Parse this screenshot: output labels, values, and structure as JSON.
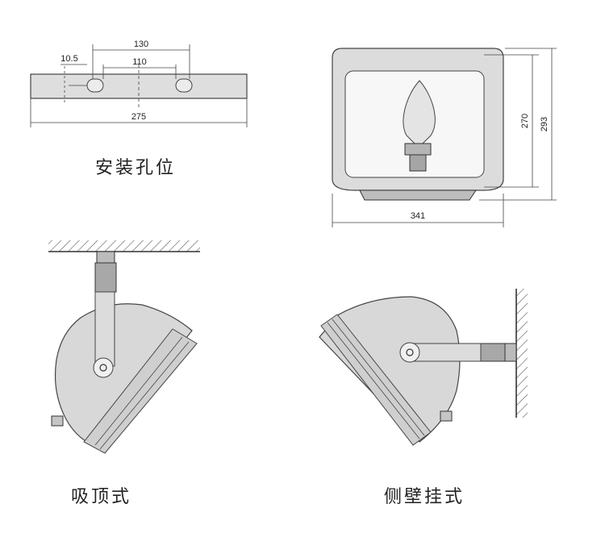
{
  "mounting_holes": {
    "caption": "安装孔位",
    "dim_offset": "10.5",
    "dim_outer": "130",
    "dim_inner": "110",
    "dim_length": "275"
  },
  "front_view": {
    "dim_width": "341",
    "dim_height_inner": "270",
    "dim_height_outer": "293"
  },
  "ceiling_mount": {
    "caption": "吸顶式"
  },
  "wall_mount": {
    "caption": "侧壁挂式"
  }
}
